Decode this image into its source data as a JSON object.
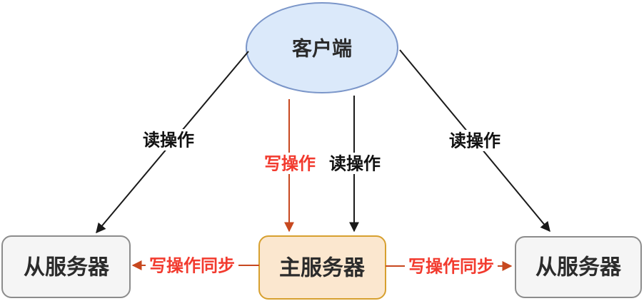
{
  "nodes": {
    "client": {
      "label": "客户端"
    },
    "slave_left": {
      "label": "从服务器"
    },
    "master": {
      "label": "主服务器"
    },
    "slave_right": {
      "label": "从服务器"
    }
  },
  "edges": {
    "read_left": {
      "label": "读操作"
    },
    "write_center": {
      "label": "写操作"
    },
    "read_center": {
      "label": "读操作"
    },
    "read_right": {
      "label": "读操作"
    },
    "sync_left": {
      "label": "写操作同步"
    },
    "sync_right": {
      "label": "写操作同步"
    }
  },
  "colors": {
    "background": "#ffffff",
    "client_fill": "#dbe9fa",
    "client_stroke": "#7b96c9",
    "slave_fill": "#f5f5f5",
    "slave_stroke": "#8c8c8c",
    "master_fill": "#fbe7cf",
    "master_stroke": "#d7a02f",
    "edge_black": "#1a1a1a",
    "edge_red": "#c7481f",
    "edge_label_red": "#f23a2e",
    "node_text": "#2b2b2b"
  }
}
